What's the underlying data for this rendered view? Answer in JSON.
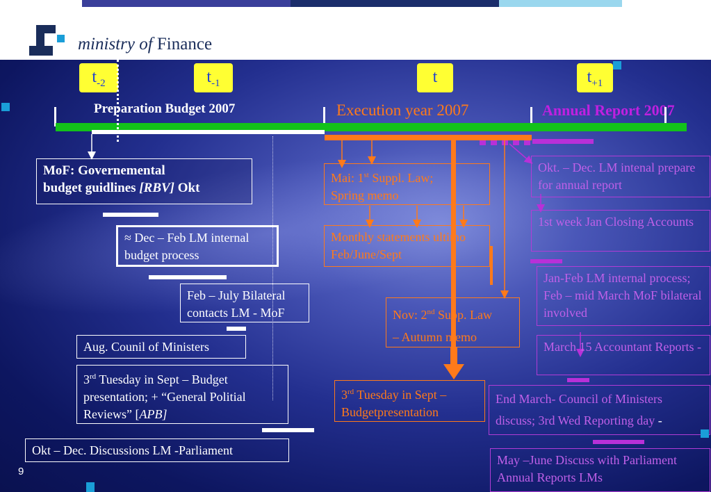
{
  "header": {
    "logo_text_italic": "ministry of",
    "logo_text_plain": "Finance"
  },
  "timeline": {
    "markers": [
      {
        "base": "t",
        "sub": "-2"
      },
      {
        "base": "t",
        "sub": "-1"
      },
      {
        "base": "t",
        "sub": ""
      },
      {
        "base": "t",
        "sub": "+1"
      }
    ],
    "phases": {
      "preparation": "Preparation Budget 2007",
      "execution": "Execution year 2007",
      "annual_report": "Annual Report 2007"
    }
  },
  "preparation": {
    "mof_box": {
      "line1": "MoF: Governemental",
      "line2_a": "budget guidlines ",
      "line2_b": "[RBV]",
      "line2_c": " Okt"
    },
    "lm_internal": "≈ Dec – Feb LM internal budget process",
    "bilateral": "Feb – July Bilateral contacts LM - MoF",
    "council": "Aug. Counil of Ministers",
    "presentation": {
      "ord": "3",
      "sup": "rd",
      "text": " Tuesday in Sept – Budget presentation; + “General Politial Reviews” [",
      "apb": "APB]"
    },
    "discussions": "Okt – Dec. Discussions LM -Parliament"
  },
  "execution": {
    "suppl1": {
      "a": "Mai: 1",
      "sup": "st",
      "b": " Suppl. Law;",
      "c": "Spring memo"
    },
    "monthly": "Monthly statements ultimo Feb/June/Sept",
    "suppl2": {
      "a": "Nov: 2",
      "sup": "nd",
      "b": " Supp. Law",
      "c": "– Autumn memo"
    },
    "budgetpres": {
      "a": "3",
      "sup": "rd",
      "b": " Tuesday in Sept –",
      "c": "Budgetpresentation"
    }
  },
  "annual": {
    "okt_dec": "Okt. – Dec. LM intenal prepare for annual report",
    "closing": "1st week Jan Closing Accounts",
    "jan_feb": "Jan-Feb LM internal process; Feb – mid March MoF bilateral involved",
    "march15": "March 15 Accountant Reports -",
    "end_march": {
      "a": "End March- Council of Ministers",
      "b": "discuss; 3rd Wed Reporting day",
      "c": " -"
    },
    "may_june": "May –June Discuss with Parliament Annual Reports LMs"
  },
  "page_number": "9",
  "colors": {
    "navy": "#1a2d5a",
    "yellow": "#ffff33",
    "green": "#13c21a",
    "orange": "#ff7a1a",
    "purple": "#b830d8",
    "cyan": "#1a9ed8"
  }
}
